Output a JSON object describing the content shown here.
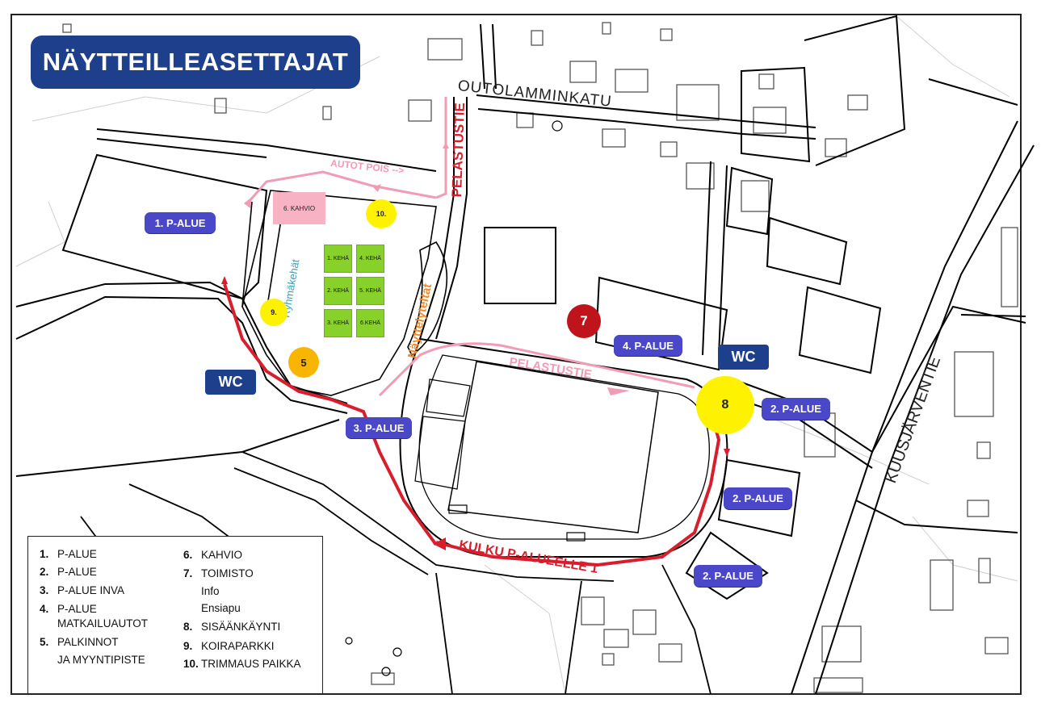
{
  "title": "NÄYTTEILLEASETTAJAT",
  "streets": {
    "outolamminkatu": "OUTOLAMMINKATU",
    "kuusjarventie": "KUUSJÄRVENTIE"
  },
  "labels": {
    "pelastustie_vertical": "PELASTUSTIE",
    "pelastustie_track": "PELASTUSTIE",
    "autot_pois": "AUTOT POIS -->",
    "ryhmakehat": "Ryhmäkehät",
    "nayttelyteltat": "Näyttelyteltat",
    "kulku": "KULKU P-ALUEELLE 1",
    "kahvio": "6. KAHVIO"
  },
  "rings": [
    "1. KEHÄ",
    "4. KEHÄ",
    "2. KEHÄ",
    "5. KEHÄ",
    "3. KEHÄ",
    "6.KEHÄ"
  ],
  "parking": {
    "p1": "1. P-ALUE",
    "p3": "3. P-ALUE",
    "p4": "4. P-ALUE",
    "p2a": "2. P-ALUE",
    "p2b": "2. P-ALUE",
    "p2c": "2. P-ALUE"
  },
  "wc": {
    "left": "WC",
    "right": "WC"
  },
  "markers": {
    "m5": "5",
    "m7": "7",
    "m8": "8",
    "m9": "9.",
    "m10": "10."
  },
  "legend": [
    {
      "num": "1.",
      "text": "P-ALUE"
    },
    {
      "num": "2.",
      "text": "P-ALUE"
    },
    {
      "num": "3.",
      "text": "P-ALUE INVA"
    },
    {
      "num": "4.",
      "text": "P-ALUE"
    },
    {
      "num": "",
      "text": "MATKAILUAUTOT"
    },
    {
      "num": "5.",
      "text": "PALKINNOT"
    },
    {
      "num": "",
      "text": "JA MYYNTIPISTE"
    },
    {
      "num": "6.",
      "text": "KAHVIO"
    },
    {
      "num": "7.",
      "text": "TOIMISTO"
    },
    {
      "num": "",
      "text": "Info"
    },
    {
      "num": "",
      "text": "Ensiapu"
    },
    {
      "num": "8.",
      "text": "SISÄÄNKÄYNTI"
    },
    {
      "num": "9.",
      "text": "KOIRAPARKKI"
    },
    {
      "num": "10.",
      "text": "TRIMMAUS PAIKKA"
    }
  ],
  "colors": {
    "title_bg": "#1e3f8c",
    "parking_badge": "#4a47c8",
    "route_red": "#d81e2c",
    "route_pink": "#f29bb5",
    "marker_yellow": "#fff200",
    "marker_orange": "#f7b500",
    "marker_office": "#c0141c",
    "ring_green": "#88d12a"
  }
}
